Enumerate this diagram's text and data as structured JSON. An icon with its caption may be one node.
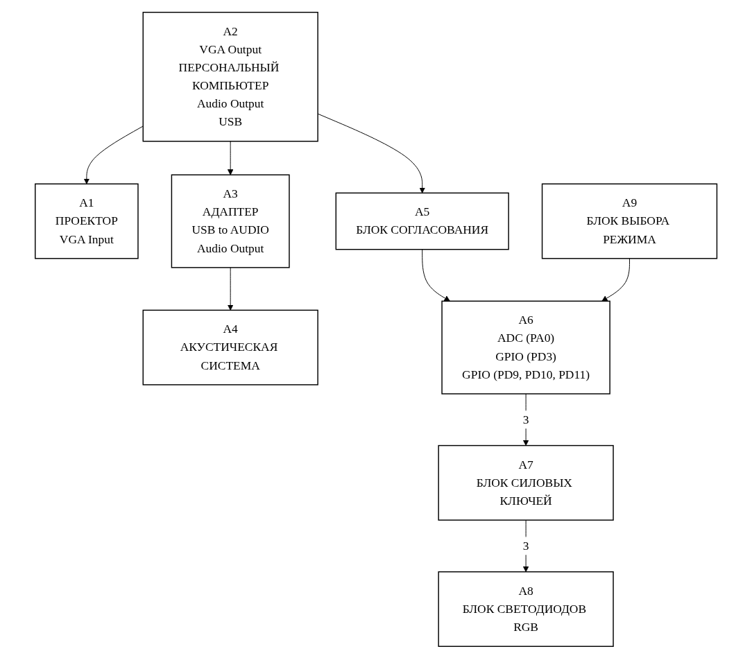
{
  "diagram": {
    "nodes": [
      {
        "text": [
          "A1",
          "ПРОЕКТОР",
          "VGA Input"
        ]
      },
      {
        "text": [
          "A2",
          "VGA Output",
          "ПЕРСОНАЛЬНЫЙ КОМПЬЮТЕР",
          "Audio Output",
          "USB"
        ]
      },
      {
        "text": [
          "A3",
          "АДАПТЕР",
          "USB to AUDIO",
          "Audio Output"
        ]
      },
      {
        "text": [
          "A4",
          "АКУСТИЧЕСКАЯ СИСТЕМА"
        ]
      },
      {
        "text": [
          "A5",
          "БЛОК СОГЛАСОВАНИЯ"
        ]
      },
      {
        "text": [
          "A6",
          "ADC (PA0)",
          "GPIO (PD3)",
          "GPIO (PD9, PD10, PD11)"
        ]
      },
      {
        "text": [
          "A7",
          "БЛОК СИЛОВЫХ КЛЮЧЕЙ"
        ]
      },
      {
        "text": [
          "A8",
          "БЛОК СВЕТОДИОДОВ RGB"
        ]
      },
      {
        "text": [
          "A9",
          "БЛОК ВЫБОРА РЕЖИМА"
        ]
      }
    ],
    "edges": [
      {
        "from": 1,
        "to": 0,
        "arrow": "to"
      },
      {
        "from": 1,
        "to": 2,
        "arrow": "to"
      },
      {
        "from": 2,
        "to": 3,
        "arrow": "to"
      },
      {
        "from": 1,
        "to": 4,
        "arrow": "to"
      },
      {
        "from": 4,
        "to": 5,
        "arrow": "to"
      },
      {
        "from": 5,
        "to": 6,
        "arrow": "to",
        "label": "3"
      },
      {
        "from": 6,
        "to": 7,
        "arrow": "to",
        "label": "3"
      },
      {
        "from": 8,
        "to": 5,
        "arrow": "to"
      }
    ]
  }
}
